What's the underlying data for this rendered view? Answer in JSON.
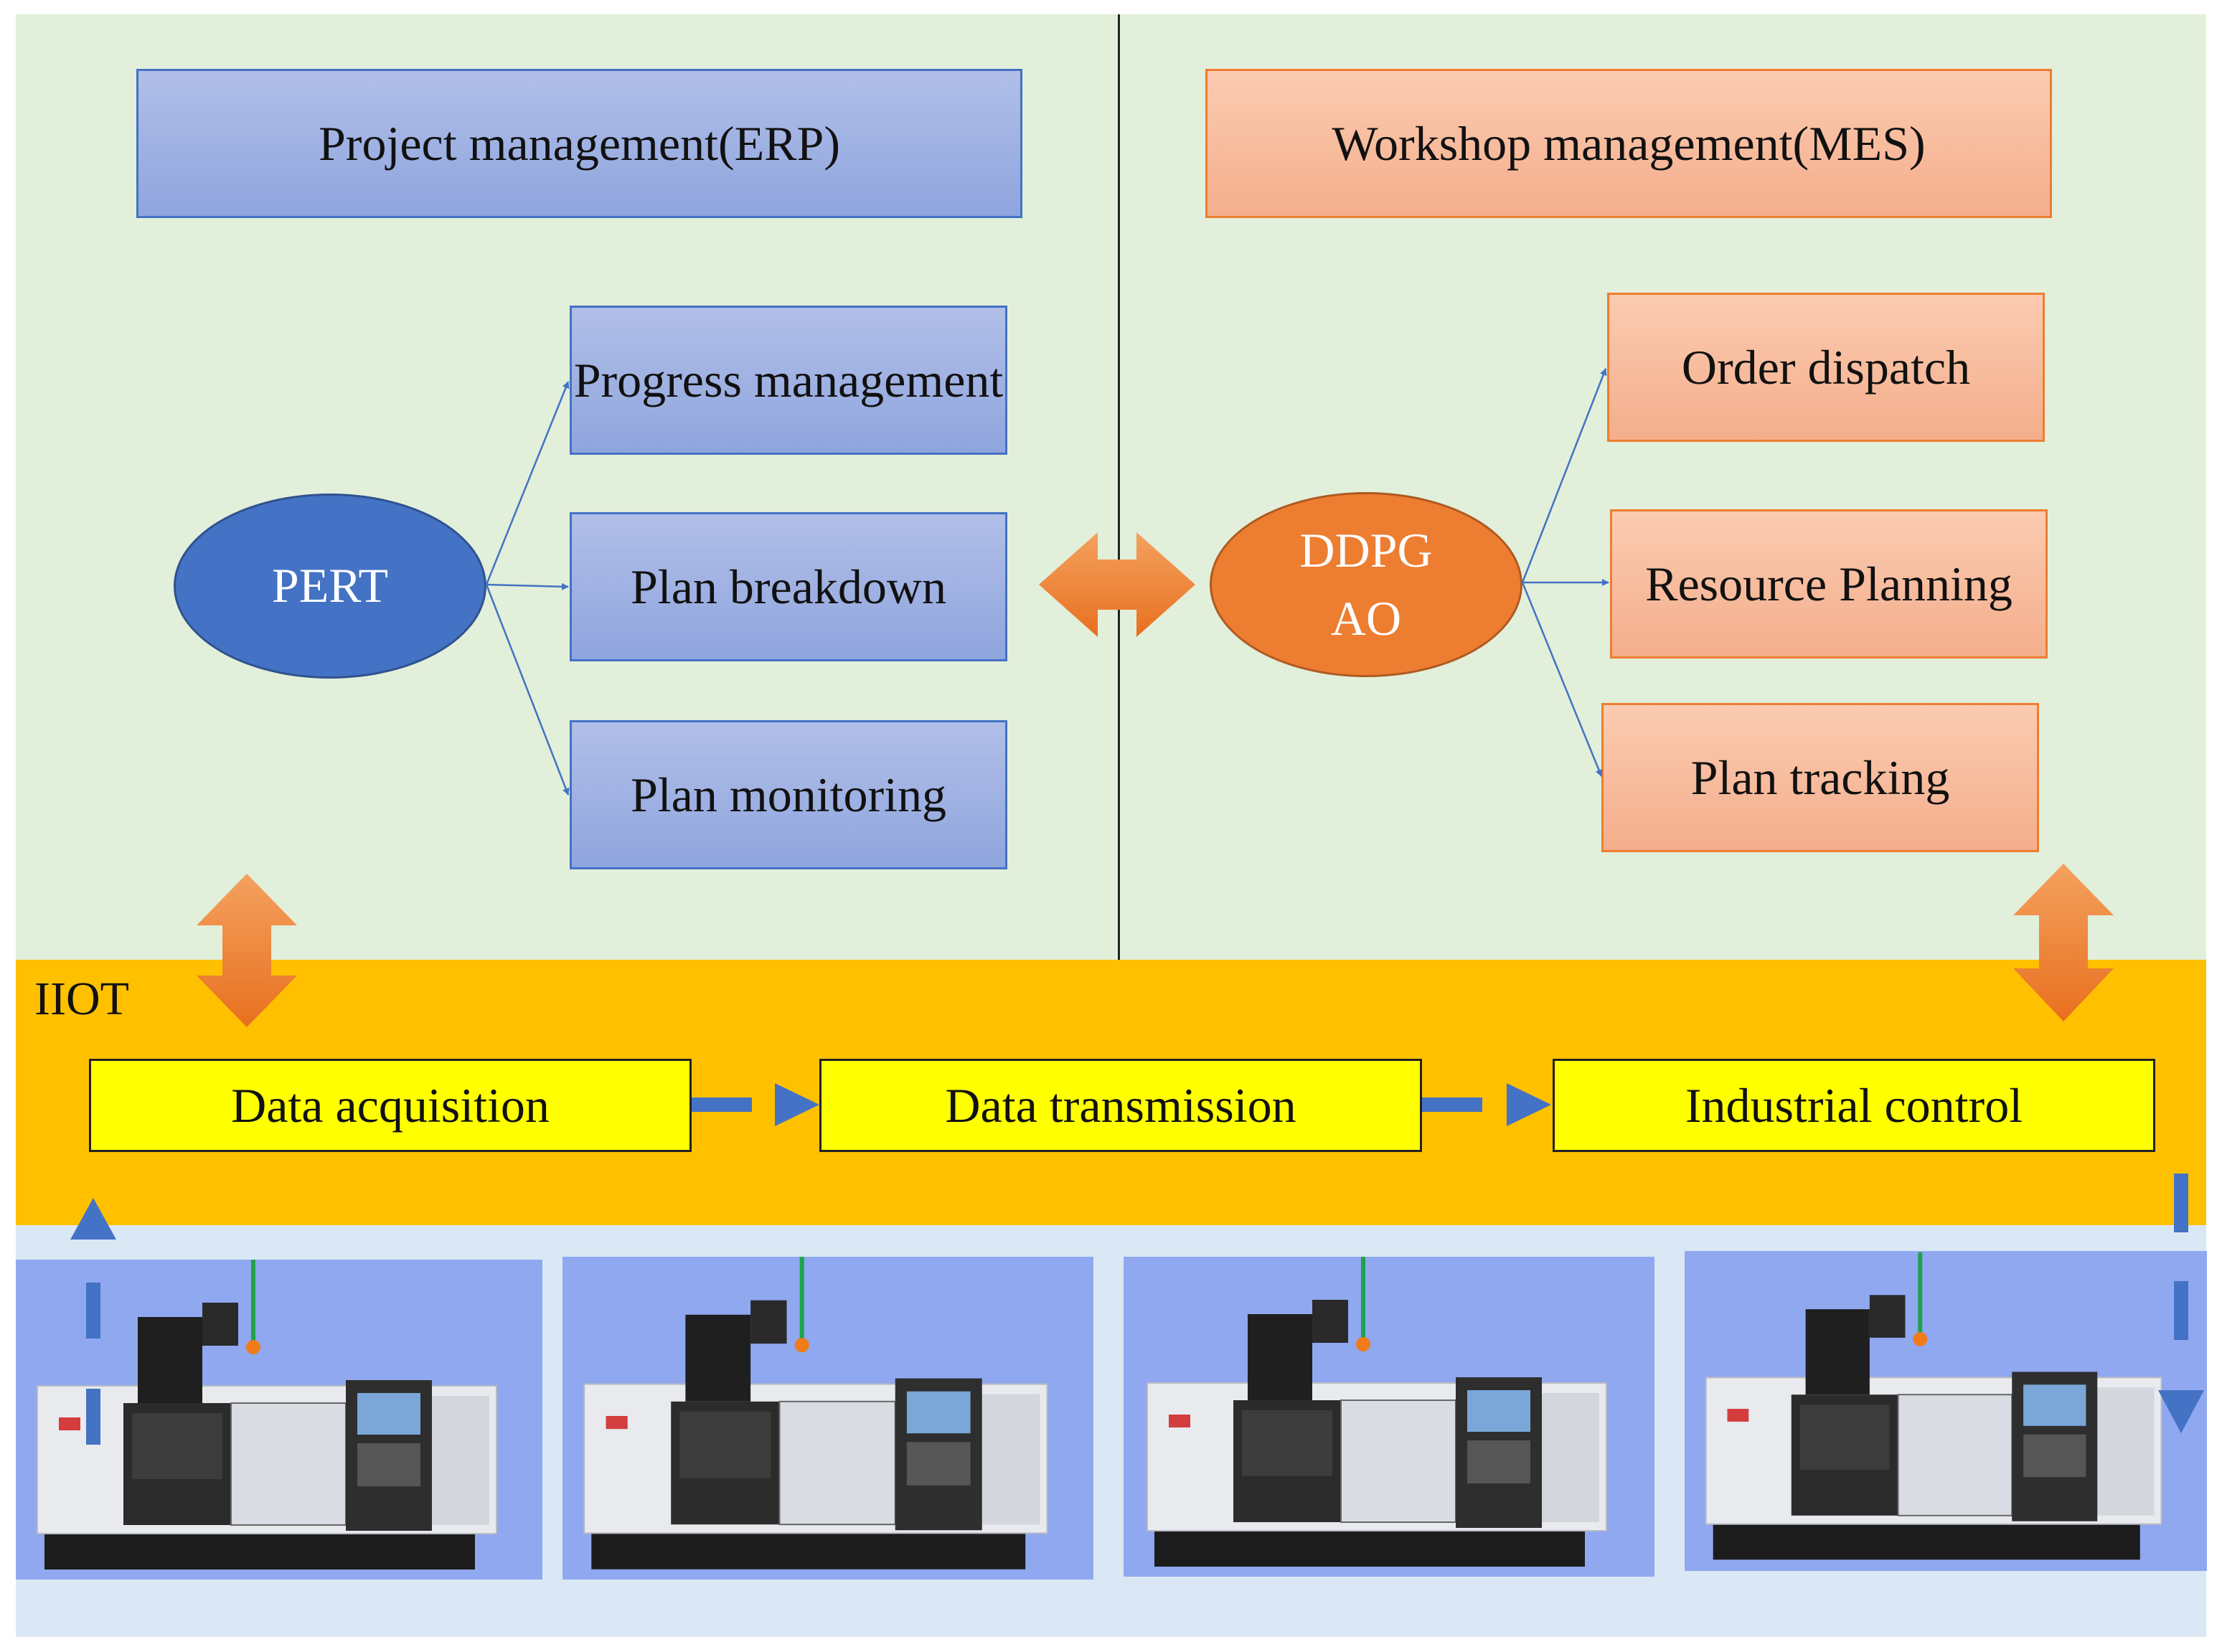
{
  "erp": {
    "title": "Project management(ERP)",
    "hub": "PERT",
    "items": [
      "Progress management",
      "Plan breakdown",
      "Plan monitoring"
    ]
  },
  "mes": {
    "title": "Workshop management(MES)",
    "hub_line1": "DDPG",
    "hub_line2": "AO",
    "items": [
      "Order dispatch",
      "Resource Planning",
      "Plan tracking"
    ]
  },
  "iiot": {
    "label": "IIOT",
    "steps": [
      "Data acquisition",
      "Data transmission",
      "Industrial control"
    ]
  },
  "machines": [
    {
      "name": "cnc-machine-1"
    },
    {
      "name": "cnc-machine-2"
    },
    {
      "name": "cnc-machine-3"
    },
    {
      "name": "cnc-machine-4"
    }
  ],
  "colors": {
    "erp_fill": "#8fa5de",
    "erp_border": "#4472c4",
    "mes_fill": "#f4ae8c",
    "mes_border": "#ed7d31",
    "pert": "#4472c4",
    "ddpg": "#ed7d31",
    "top_background": "#e2efda",
    "iiot_band": "#ffc000",
    "iiot_box": "#ffff00",
    "machine_band": "#dae8f5",
    "flow_arrow": "#4472c4",
    "exchange_arrow": "#ed7d31"
  }
}
